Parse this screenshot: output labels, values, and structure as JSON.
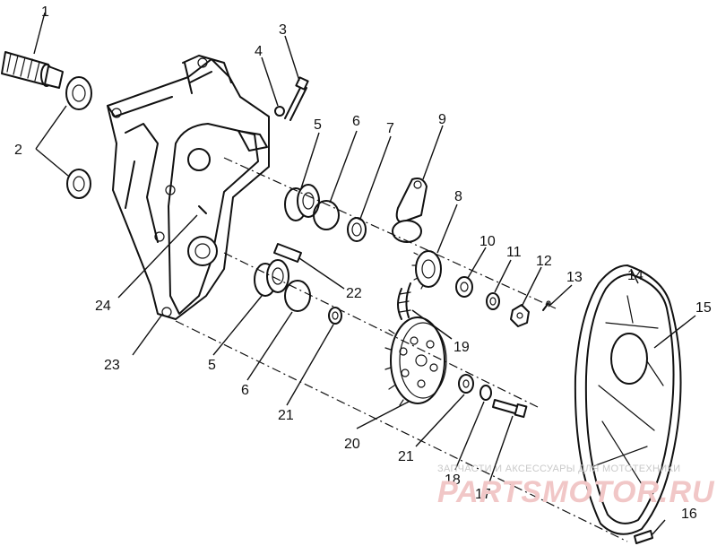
{
  "callouts": [
    "1",
    "2",
    "3",
    "4",
    "5",
    "6",
    "7",
    "9",
    "8",
    "10",
    "11",
    "12",
    "13",
    "14",
    "15",
    "24",
    "22",
    "19",
    "23",
    "5",
    "6",
    "21",
    "20",
    "21",
    "18",
    "17",
    "16"
  ],
  "watermark": {
    "tagline": "ЗАПЧАСТИ И АКСЕССУАРЫ ДЛЯ МОТОТЕХНИКИ",
    "brand": "PARTSMOTOR.RU"
  }
}
